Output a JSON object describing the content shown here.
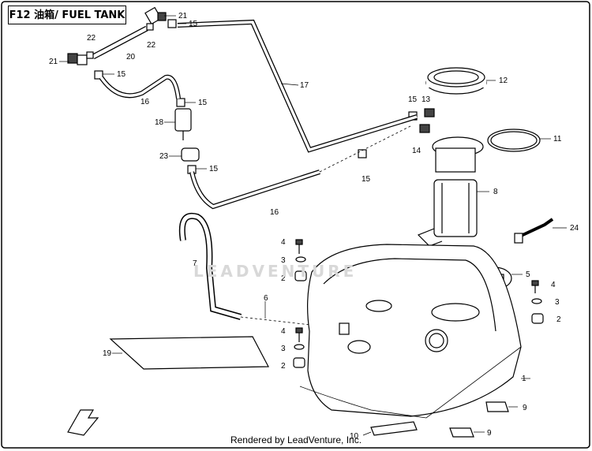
{
  "title": "F12 油箱/ FUEL TANK",
  "footer": "Rendered by LeadVenture, Inc.",
  "watermark": "LEADVENTURE",
  "callouts": [
    {
      "n": "21"
    },
    {
      "n": "15"
    },
    {
      "n": "22"
    },
    {
      "n": "22"
    },
    {
      "n": "20"
    },
    {
      "n": "21"
    },
    {
      "n": "15"
    },
    {
      "n": "16"
    },
    {
      "n": "15"
    },
    {
      "n": "18"
    },
    {
      "n": "23"
    },
    {
      "n": "15"
    },
    {
      "n": "17"
    },
    {
      "n": "12"
    },
    {
      "n": "15"
    },
    {
      "n": "13"
    },
    {
      "n": "11"
    },
    {
      "n": "14"
    },
    {
      "n": "15"
    },
    {
      "n": "8"
    },
    {
      "n": "16"
    },
    {
      "n": "24"
    },
    {
      "n": "7"
    },
    {
      "n": "4"
    },
    {
      "n": "3"
    },
    {
      "n": "2"
    },
    {
      "n": "5"
    },
    {
      "n": "4"
    },
    {
      "n": "3"
    },
    {
      "n": "2"
    },
    {
      "n": "6"
    },
    {
      "n": "19"
    },
    {
      "n": "4"
    },
    {
      "n": "3"
    },
    {
      "n": "2"
    },
    {
      "n": "1"
    },
    {
      "n": "9"
    },
    {
      "n": "10"
    },
    {
      "n": "9"
    }
  ]
}
